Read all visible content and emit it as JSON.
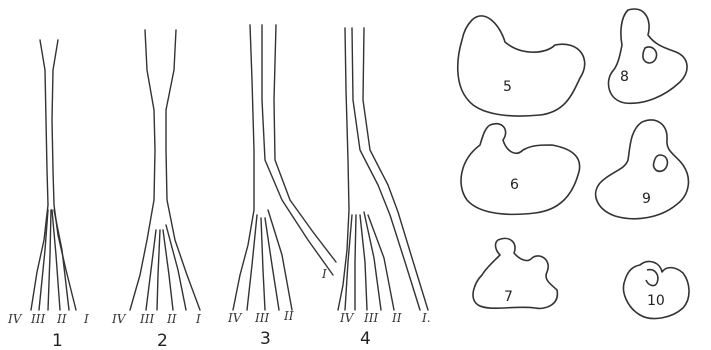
{
  "figures": [
    {
      "number": "1",
      "labels": [
        "IV",
        "III",
        "II",
        "I"
      ]
    },
    {
      "number": "2",
      "labels": [
        "IV",
        "III",
        "II",
        "I"
      ]
    },
    {
      "number": "3",
      "labels": [
        "IV",
        "III",
        "II",
        "I"
      ]
    },
    {
      "number": "4",
      "labels": [
        "IV",
        "III",
        "II",
        "I."
      ]
    }
  ],
  "sections": [
    "5",
    "6",
    "7",
    "8",
    "9",
    "10"
  ]
}
